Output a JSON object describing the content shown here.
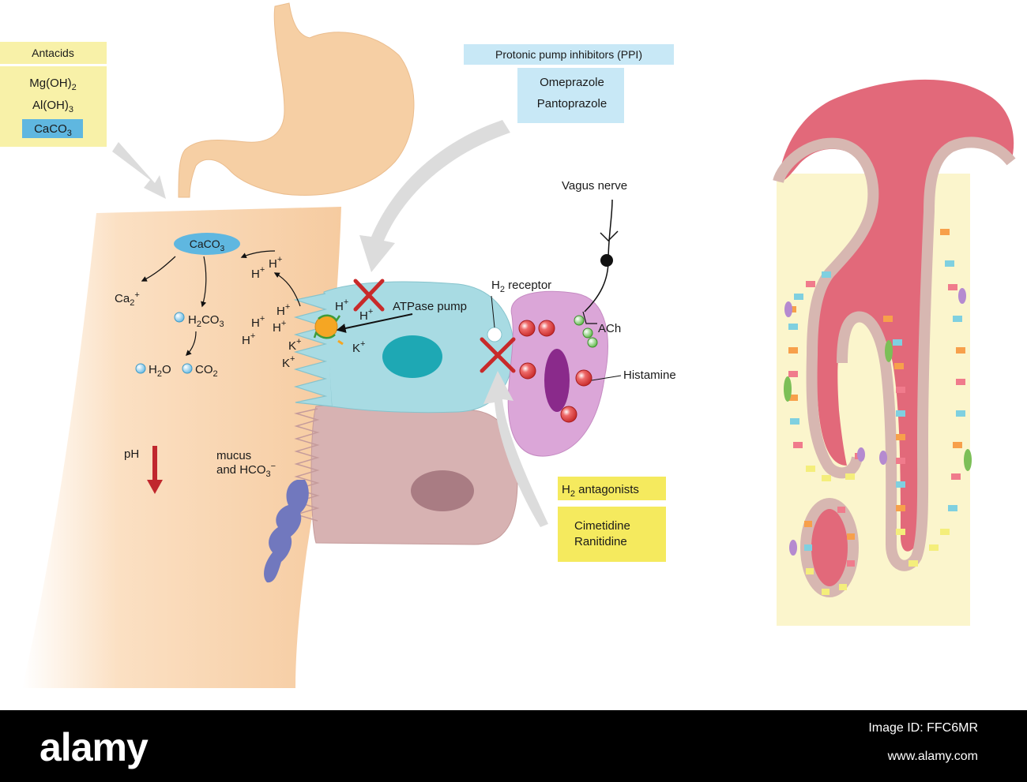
{
  "labels": {
    "antacids_title": "Antacids",
    "mgoh2_a": "Mg(OH)",
    "mgoh2_b": "2",
    "aloh3_a": "Al(OH)",
    "aloh3_b": "3",
    "caco3_a": "CaCO",
    "caco3_b": "3",
    "ppi_title": "Protonic pump inhibitors (PPI)",
    "omeprazole": "Omeprazole",
    "pantoprazole": "Pantoprazole",
    "vagus_nerve": "Vagus nerve",
    "h2_receptor_a": "H",
    "h2_receptor_b": "2",
    "h2_receptor_c": " receptor",
    "atpase_pump": "ATPase pump",
    "ach": "ACh",
    "histamine": "Histamine",
    "h2_antagonists_a": "H",
    "h2_antagonists_b": "2",
    "h2_antagonists_c": " antagonists",
    "cimetidine": "Cimetidine",
    "ranitidine": "Ranitidine",
    "ca2_a": "Ca",
    "ca2_b": "2",
    "ca2_c": "+",
    "h2co3_a": "H",
    "h2co3_b": "2",
    "h2co3_c": "CO",
    "h2co3_d": "3",
    "h2o_a": "H",
    "h2o_b": "2",
    "h2o_c": "O",
    "co2_a": "CO",
    "co2_b": "2",
    "ph": "pH",
    "mucus_1": "mucus",
    "mucus_2a": "and HCO",
    "mucus_2b": "3",
    "mucus_2c": "−",
    "h": "H",
    "k": "K",
    "plus": "+"
  },
  "watermark": {
    "brand": "alamy",
    "image_id": "Image ID: FFC6MR",
    "site": "www.alamy.com"
  },
  "colors": {
    "stomach": "#f6cfa4",
    "lumen": "#f7d2ad",
    "parietal_cell": "#a8dbe3",
    "chief_cell": "#d7b2b2",
    "mast_cell": "#dba6d8",
    "antacid_box": "#f8f1a8",
    "ppi_box": "#c8e8f6",
    "h2_box": "#f5ea5e",
    "caco3": "#5fb7e0",
    "gland_bg": "#fbf5cc",
    "gland_lumen": "#e2697a",
    "block_cross": "#c82a2a",
    "ph_arrow": "#c0272d"
  }
}
